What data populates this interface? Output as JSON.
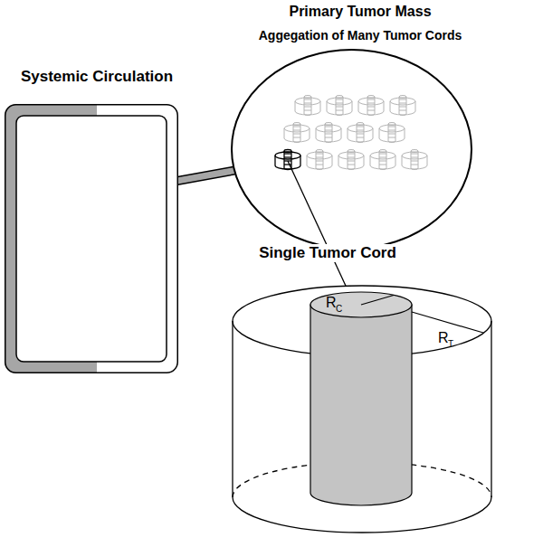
{
  "diagram": {
    "nodes": [
      {
        "text": [
          "Systemic Circulation"
        ]
      },
      {
        "text": [
          "Primary Tumor Mass",
          "Aggegation of Many Tumor Cords"
        ]
      },
      {
        "text": [
          "Single Tumor Cord"
        ]
      }
    ],
    "edges": [
      {
        "from": 0,
        "to": 1,
        "arrow": "none"
      },
      {
        "from": 1,
        "to": 2,
        "arrow": "none"
      }
    ],
    "labels": [
      "R",
      "C",
      "R",
      "T"
    ]
  }
}
